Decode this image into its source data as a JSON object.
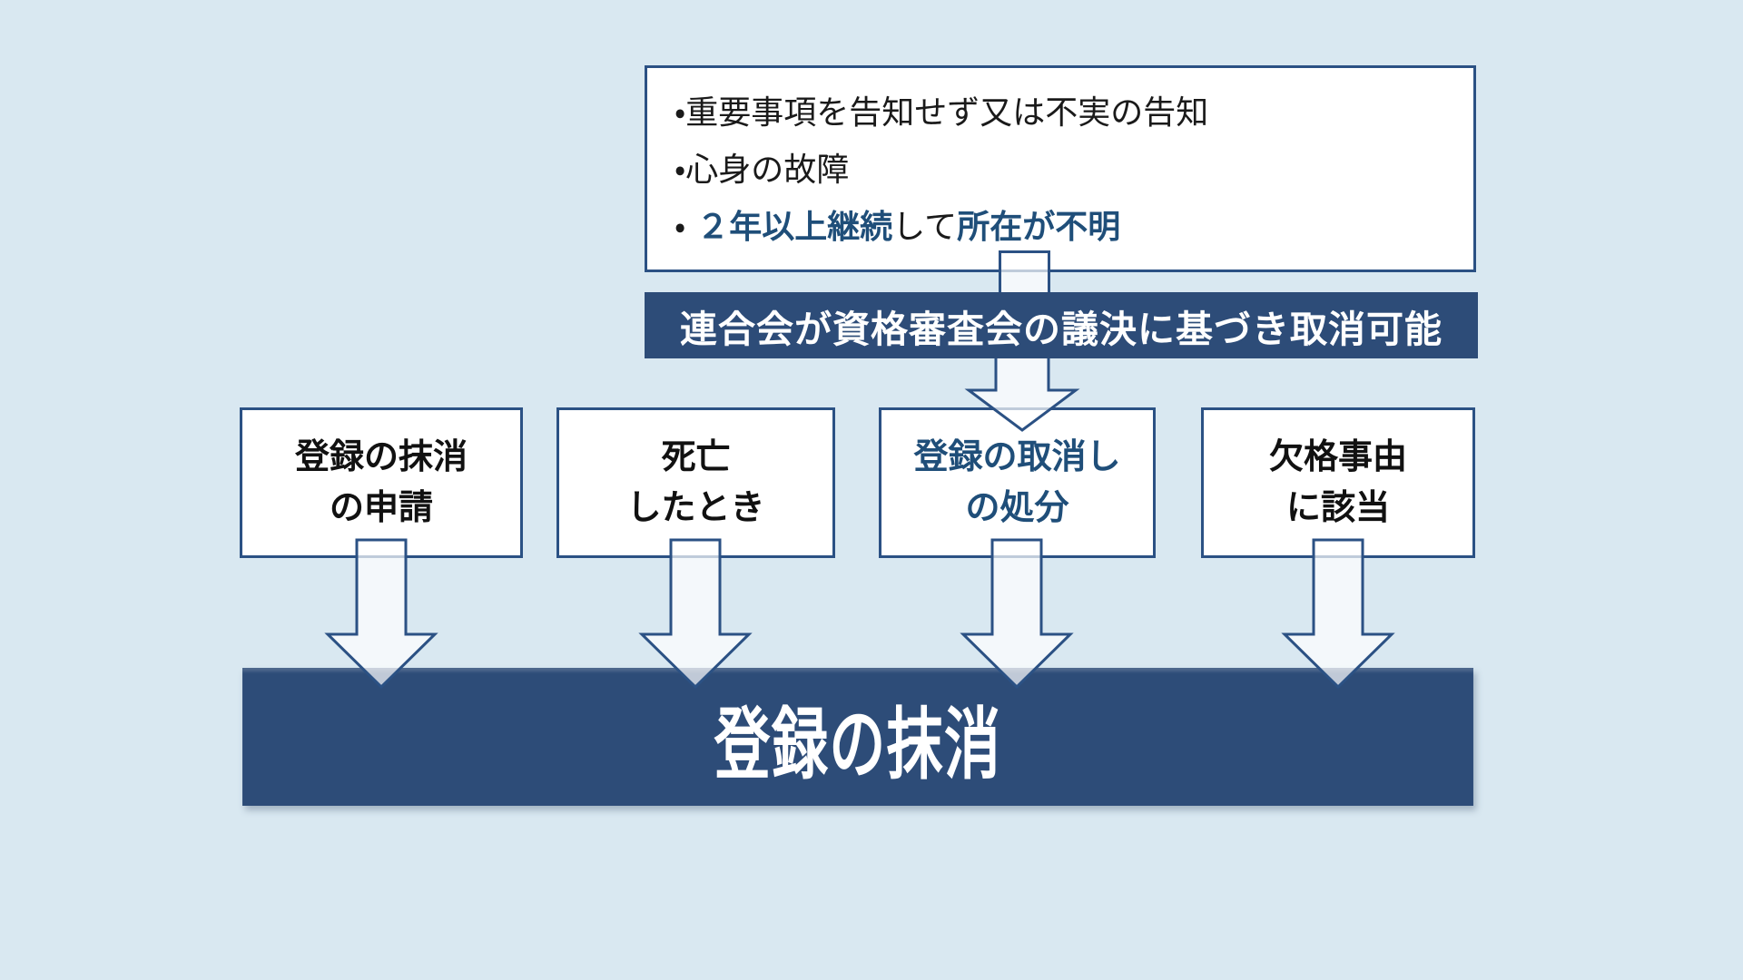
{
  "colors": {
    "background": "#d9e8f1",
    "navy_fill": "#2d4c78",
    "box_border": "#2b5184",
    "accent_text": "#1f4e79",
    "arrow_fill": "rgba(255,255,255,0.7)",
    "text_black": "#1a1a1a"
  },
  "conditions_box": {
    "bullet": "・",
    "line1": "重要事項を告知せず又は不実の告知",
    "line2": "心身の故障",
    "line3_em1": "２年以上継続",
    "line3_plain": "して",
    "line3_em2": "所在が不明"
  },
  "banner": {
    "text": "連合会が資格審査会の議決に基づき取消可能"
  },
  "cause_boxes": [
    {
      "line1": "登録の抹消",
      "line2": "の申請"
    },
    {
      "line1": "死亡",
      "line2": "したとき"
    },
    {
      "line1": "登録の取消し",
      "line2": "の処分"
    },
    {
      "line1": "欠格事由",
      "line2": "に該当"
    }
  ],
  "result_bar": {
    "text": "登録の抹消"
  }
}
